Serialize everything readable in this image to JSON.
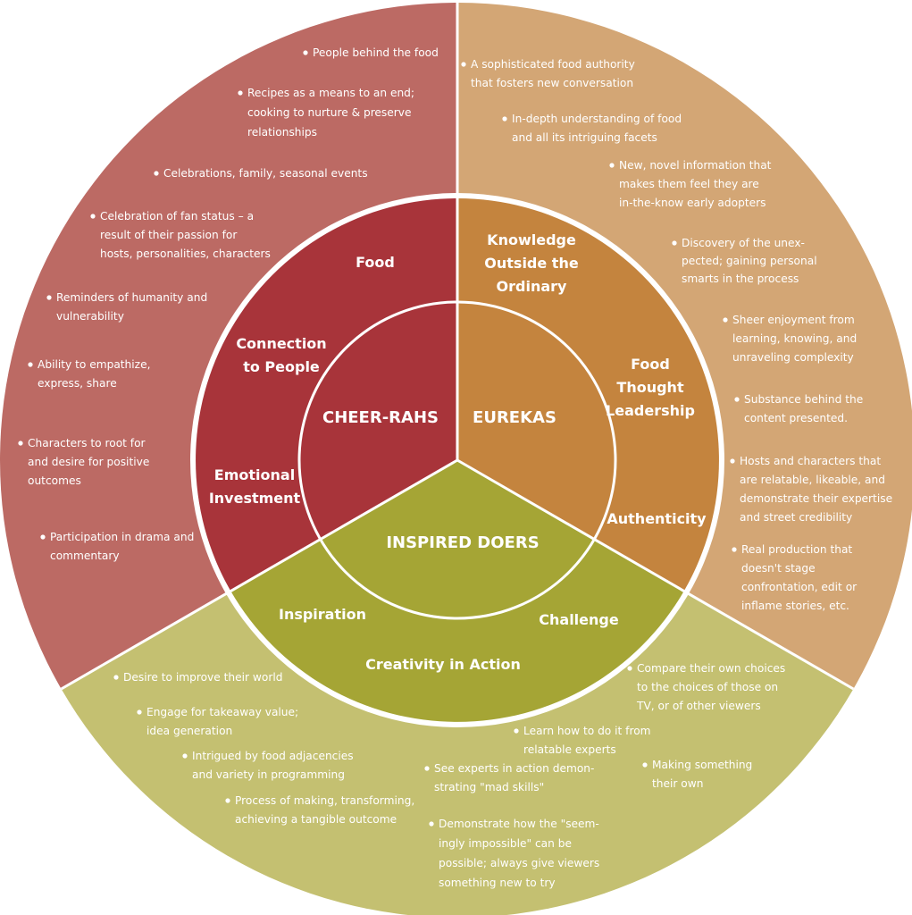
{
  "colors": {
    "cheer_outer": "#bc6a64",
    "cheer_mid": "#a8343a",
    "eureka_outer": "#d3a675",
    "eureka_mid": "#c4843e",
    "doer_outer": "#c4c071",
    "doer_mid": "#a5a535",
    "divider": "#ffffff"
  },
  "segments": {
    "cheer_rahs": {
      "core_label": "CHEER-RAHS",
      "mid_labels": [
        [
          "Food"
        ],
        [
          "Connection",
          "to People"
        ],
        [
          "Emotional",
          "Investment"
        ]
      ],
      "bullets": [
        [
          "People behind the food"
        ],
        [
          "Recipes as a means to an end;",
          "cooking to nurture & preserve",
          "relationships"
        ],
        [
          "Celebrations, family, seasonal events"
        ],
        [
          "Celebration of fan status – a",
          "result of their passion for",
          "hosts, personalities, characters"
        ],
        [
          "Reminders of humanity and",
          "vulnerability"
        ],
        [
          "Ability to empathize,",
          "express, share"
        ],
        [
          "Characters to root for",
          "and desire for positive",
          "outcomes"
        ],
        [
          "Participation in drama and",
          "commentary"
        ]
      ]
    },
    "eurekas": {
      "core_label": "EUREKAS",
      "mid_labels": [
        [
          "Knowledge",
          "Outside the",
          "Ordinary"
        ],
        [
          "Food",
          "Thought",
          "Leadership"
        ],
        [
          "Authenticity"
        ]
      ],
      "bullets": [
        [
          "A sophisticated food authority",
          "that fosters new conversation"
        ],
        [
          "In-depth understanding of food",
          "and all its intriguing facets"
        ],
        [
          "New, novel information that",
          "makes them feel they are",
          "in-the-know early adopters"
        ],
        [
          "Discovery of the unex-",
          "pected; gaining personal",
          "smarts in the process"
        ],
        [
          "Sheer enjoyment from",
          "learning, knowing, and",
          "unraveling complexity"
        ],
        [
          "Substance behind the",
          "content presented."
        ],
        [
          "Hosts and characters that",
          "are relatable, likeable, and",
          "demonstrate their expertise",
          "and street credibility"
        ],
        [
          "Real production that",
          "doesn't stage",
          "confrontation, edit or",
          "inflame stories, etc."
        ]
      ]
    },
    "inspired_doers": {
      "core_label": "INSPIRED DOERS",
      "mid_labels": [
        [
          "Inspiration"
        ],
        [
          "Challenge"
        ],
        [
          "Creativity in Action"
        ]
      ],
      "bullets": [
        [
          "Desire to improve their world"
        ],
        [
          "Engage for takeaway value;",
          "idea generation"
        ],
        [
          "Intrigued by food adjacencies",
          "and variety in programming"
        ],
        [
          "Process of making, transforming,",
          "achieving a tangible outcome"
        ],
        [
          "Compare their own choices",
          "to the choices of those on",
          "TV, or of other viewers"
        ],
        [
          "Learn how to do it from",
          "relatable experts"
        ],
        [
          "See experts in action demon-",
          "strating \"mad skills\""
        ],
        [
          "Making something",
          "their own"
        ],
        [
          "Demonstrate how the \"seem-",
          "ingly impossible\" can be",
          "possible; always give viewers",
          "something new to try"
        ]
      ]
    }
  }
}
